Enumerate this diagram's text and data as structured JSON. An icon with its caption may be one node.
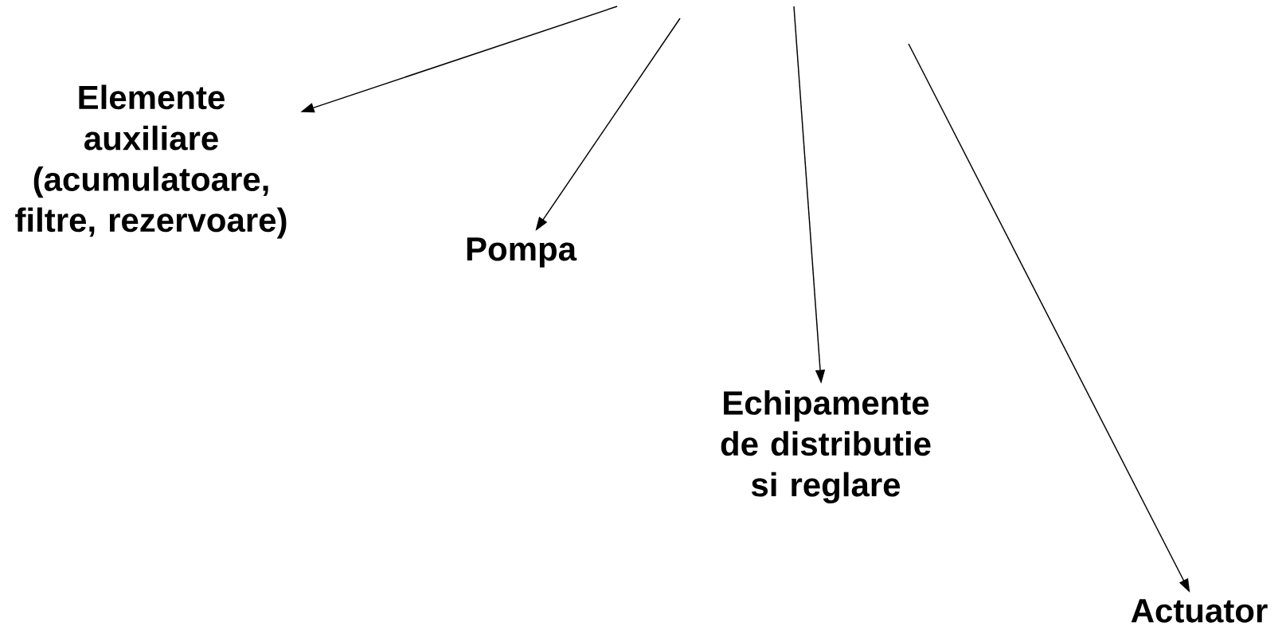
{
  "diagram": {
    "nodes": [
      {
        "text": [
          "Elemente auxiliare (acumulatoare, filtre, rezervoare)"
        ]
      },
      {
        "text": [
          "Pompa"
        ]
      },
      {
        "text": [
          "Echipamente de distributie si reglare"
        ]
      },
      {
        "text": [
          "Actuator"
        ]
      }
    ],
    "edges": [
      {
        "from": null,
        "to": 0,
        "arrow": "to"
      },
      {
        "from": null,
        "to": 1,
        "arrow": "to"
      },
      {
        "from": null,
        "to": 2,
        "arrow": "to"
      },
      {
        "from": null,
        "to": 3,
        "arrow": "to"
      }
    ]
  }
}
